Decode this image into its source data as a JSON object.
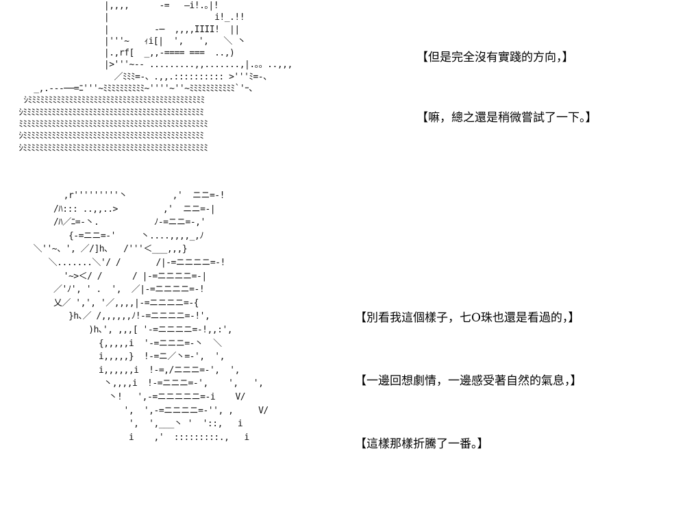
{
  "art": {
    "top": "                  |,,,,      -=   —i!.｡|!\n                  |                     i!_.!!\n                  |         -─  ,,,,IIII!  ||\n                  |'''~   ｨi[|  ',   ',   ＼ 丶\n                  |.,rf[  _,,-==== ===  ..,)\n                  |>'''~-- .........,,.......,|.。。..,,,\n                    ／ﾐﾐﾐ=-、.,,.:::::::::: >'''ﾐ=-、\n    _,.---──=ﾆ'''~ﾐﾐﾐﾐﾐﾐﾐﾐﾐﾐ~''''~''~ﾐﾐﾐﾐﾐﾐﾐﾐﾐﾐﾐ`'ｰ、\n  ｼﾐﾐﾐﾐﾐﾐﾐﾐﾐﾐﾐﾐﾐﾐﾐﾐﾐﾐﾐﾐﾐﾐﾐﾐﾐﾐﾐﾐﾐﾐﾐﾐﾐﾐﾐﾐﾐﾐﾐﾐﾐﾐﾐ\n ｼﾐﾐﾐﾐﾐﾐﾐﾐﾐﾐﾐﾐﾐﾐﾐﾐﾐﾐﾐﾐﾐﾐﾐﾐﾐﾐﾐﾐﾐﾐﾐﾐﾐﾐﾐﾐﾐﾐﾐﾐﾐﾐﾐﾐ\n ﾐﾐﾐﾐﾐﾐﾐﾐﾐﾐﾐﾐﾐﾐﾐﾐﾐﾐﾐﾐﾐﾐﾐﾐﾐﾐﾐﾐﾐﾐﾐﾐﾐﾐﾐﾐﾐﾐﾐﾐﾐﾐﾐﾐﾐﾐ\n ｼﾐﾐﾐﾐﾐﾐﾐﾐﾐﾐﾐﾐﾐﾐﾐﾐﾐﾐﾐﾐﾐﾐﾐﾐﾐﾐﾐﾐﾐﾐﾐﾐﾐﾐﾐﾐﾐﾐﾐﾐﾐﾐﾐﾐ\n ｼﾐﾐﾐﾐﾐﾐﾐﾐﾐﾐﾐﾐﾐﾐﾐﾐﾐﾐﾐﾐﾐﾐﾐﾐﾐﾐﾐﾐﾐﾐﾐﾐﾐﾐﾐﾐﾐﾐﾐﾐﾐﾐﾐﾐﾐ",
    "bottom": "        ,r'''''''''丶         ,'  ニニ=-!\n      /ﾊ::: ..,,..>         ,'  ニニ=-|\n      /ﾊ／ﾆ=-丶.           ﾉ-=ニニ=-,'\n         {-=ニニ=-'     丶....,,,,_,ﾉ\n  ＼''~、', ／/]h､   /'''＜___,,,}\n     ＼.......＼'/ /       /|-=ニニニニ=-!\n        '~>＜/ /      / |-=ニニニニ=-|\n      ／'ﾉ', ' .  ',  ／|-=ニニニニ=-!\n      乂／ ',', '／,,,,|-=ニニニニ=-{\n         }h､／ /,,,,,,ﾉ!-=ニニニニ=-!',\n             )h､', ,,,[ '-=ニニニニ=-!,,:',\n               {,,,,,i  '-=ニニニ=-丶  ＼\n               i,,,,,}  !-=ニ／丶=-',  ',\n               i,,,,,,i  !-=,/ニニニ=-',  ',\n                丶,,,,i  !-=ニニニ=-',    ',   ',\n                 丶!   ',-=ニニニニニ=-i    V/\n                    ',  ',-=ニニニニ=-'', ,     V/\n                     ',  ',___丶 '  '::,   i\n                     i    ,'  :::::::::.,   i"
  },
  "captions": [
    "【但是完全沒有實踐的方向，】",
    "【嘛，總之還是稍微嘗試了一下。】",
    "【別看我這個樣子，七O珠也還是看過的，】",
    "【一邊回想劇情，一邊感受著自然的氣息，】",
    "【這樣那樣折騰了一番。】"
  ]
}
